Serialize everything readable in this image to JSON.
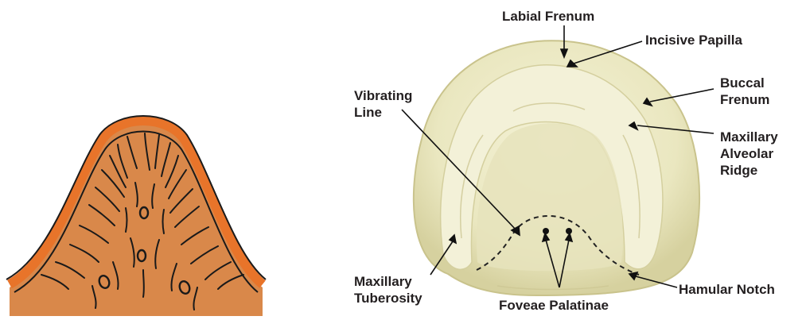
{
  "colors": {
    "tissue": "#d9884a",
    "border": "#e8742a",
    "outline": "#1a1a1a",
    "cast": "#eeedc8",
    "cast_shadow": "#d8d4a6",
    "text": "#231f20"
  },
  "labels": {
    "labial_frenum": "Labial Frenum",
    "incisive_papilla": "Incisive Papilla",
    "buccal_frenum": "Buccal\nFrenum",
    "vibrating_line": "Vibrating\nLine",
    "maxillary_alveolar_ridge": "Maxillary\nAlveolar\nRidge",
    "maxillary_tuberosity": "Maxillary\nTuberosity",
    "hamular_notch": "Hamular Notch",
    "foveae_palatinae": "Foveae Palatinae"
  }
}
